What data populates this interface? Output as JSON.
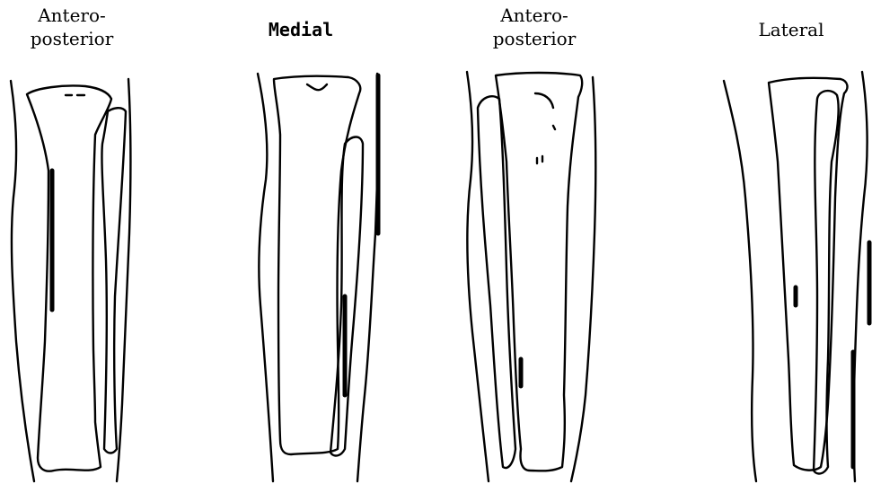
{
  "figure": {
    "views": [
      {
        "label_line1": "Antero-",
        "label_line2": "posterior"
      },
      {
        "label_line1": "Medial",
        "label_line2": ""
      },
      {
        "label_line1": "Antero-",
        "label_line2": "posterior"
      },
      {
        "label_line1": "Lateral",
        "label_line2": ""
      }
    ]
  }
}
